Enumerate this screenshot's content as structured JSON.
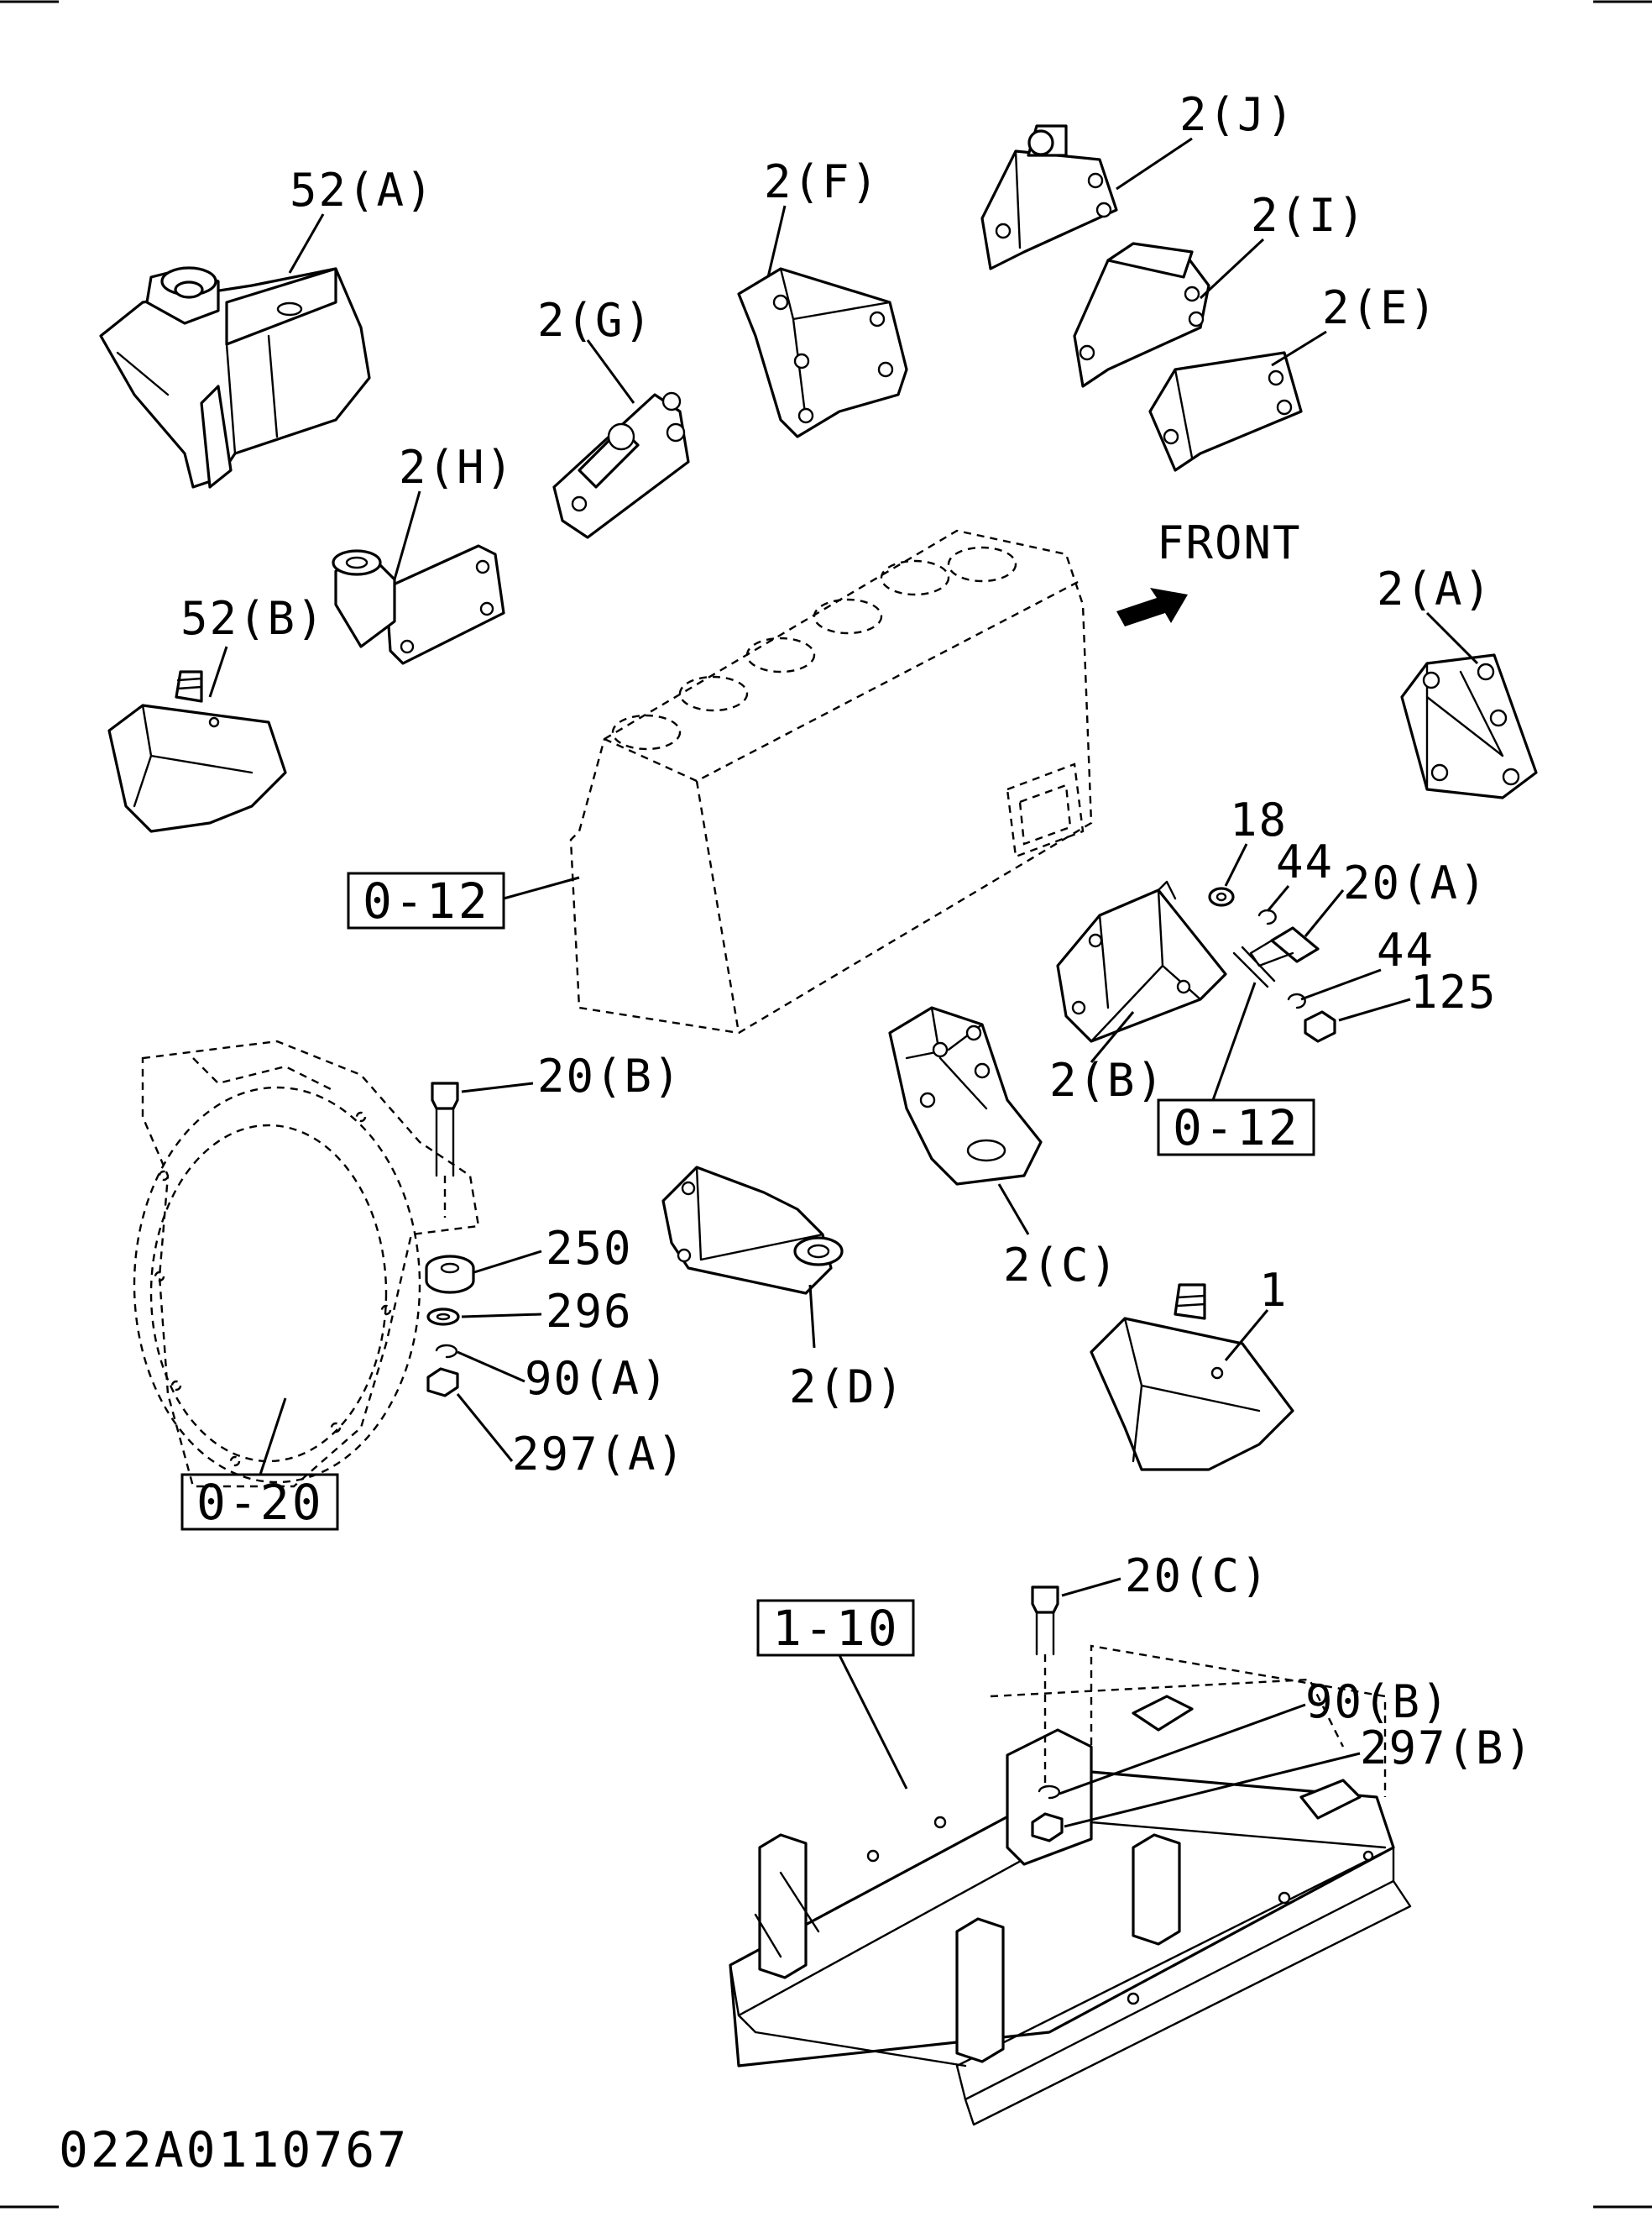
{
  "diagram": {
    "direction_label": "FRONT",
    "drawing_code": "022A0110767",
    "part_labels": {
      "p52a": "52(A)",
      "p52b": "52(B)",
      "p2a": "2(A)",
      "p2b": "2(B)",
      "p2c": "2(C)",
      "p2d": "2(D)",
      "p2e": "2(E)",
      "p2f": "2(F)",
      "p2g": "2(G)",
      "p2h": "2(H)",
      "p2i": "2(I)",
      "p2j": "2(J)",
      "p1": "1",
      "p18": "18",
      "p44a": "44",
      "p44b": "44",
      "p20a": "20(A)",
      "p20b": "20(B)",
      "p20c": "20(C)",
      "p125": "125",
      "p250": "250",
      "p296": "296",
      "p90a": "90(A)",
      "p90b": "90(B)",
      "p297a": "297(A)",
      "p297b": "297(B)"
    },
    "references": {
      "engine": "0-12",
      "bracket": "0-12",
      "flywheel_housing": "0-20",
      "frame": "1-10"
    }
  }
}
